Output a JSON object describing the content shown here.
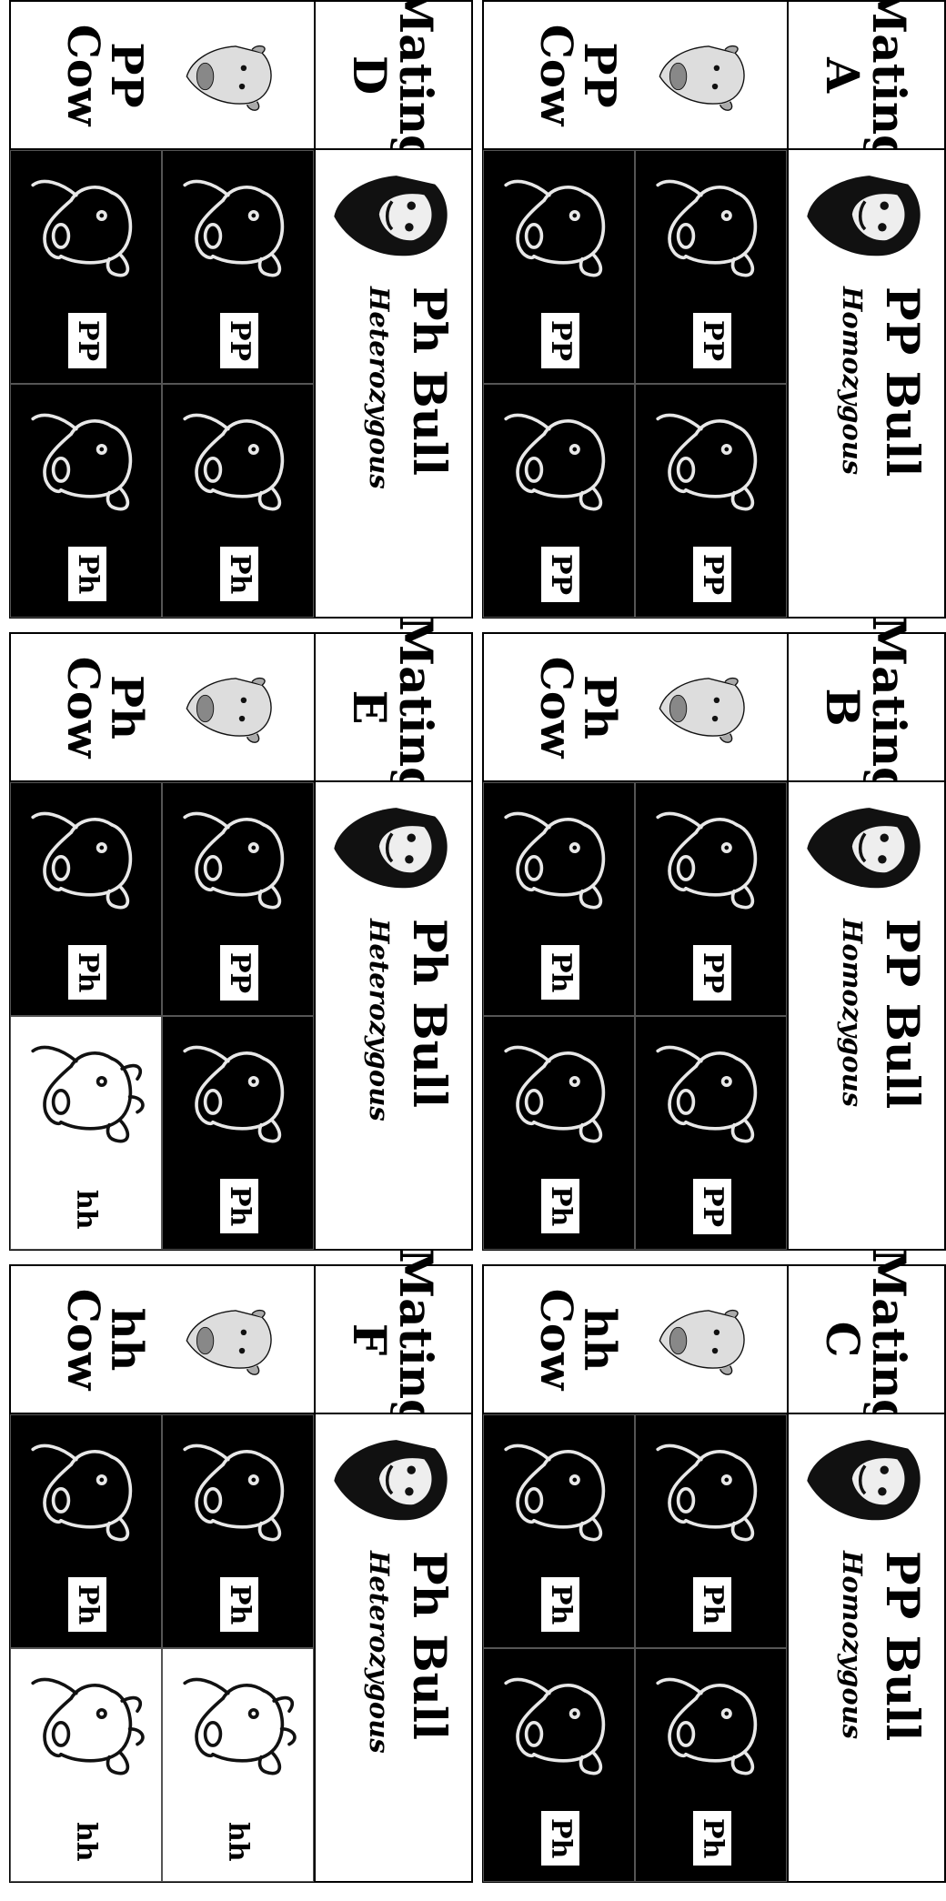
{
  "rows": [
    {
      "bull": {
        "name": "PP Bull",
        "type": "Homozygous"
      },
      "matings": [
        {
          "label_word": "Mating",
          "letter": "A",
          "cow": "PP Cow",
          "cells": [
            [
              "PP",
              "PP"
            ],
            [
              "PP",
              "PP"
            ]
          ]
        },
        {
          "label_word": "Mating",
          "letter": "B",
          "cow": "Ph Cow",
          "cells": [
            [
              "PP",
              "PP"
            ],
            [
              "Ph",
              "Ph"
            ]
          ]
        },
        {
          "label_word": "Mating",
          "letter": "C",
          "cow": "hh Cow",
          "cells": [
            [
              "Ph",
              "Ph"
            ],
            [
              "Ph",
              "Ph"
            ]
          ]
        }
      ]
    },
    {
      "bull": {
        "name": "Ph Bull",
        "type": "Heterozygous"
      },
      "matings": [
        {
          "label_word": "Mating",
          "letter": "D",
          "cow": "PP Cow",
          "cells": [
            [
              "PP",
              "Ph"
            ],
            [
              "PP",
              "Ph"
            ]
          ]
        },
        {
          "label_word": "Mating",
          "letter": "E",
          "cow": "Ph Cow",
          "cells": [
            [
              "PP",
              "Ph"
            ],
            [
              "Ph",
              "hh"
            ]
          ]
        },
        {
          "label_word": "Mating",
          "letter": "F",
          "cow": "hh Cow",
          "cells": [
            [
              "Ph",
              "hh"
            ],
            [
              "Ph",
              "hh"
            ]
          ]
        }
      ]
    }
  ],
  "colors": {
    "polled": "#000000",
    "horned": "#ffffff"
  },
  "icons": [
    "polled-calf-icon",
    "horned-calf-icon",
    "bull-head-icon",
    "cow-head-icon"
  ]
}
